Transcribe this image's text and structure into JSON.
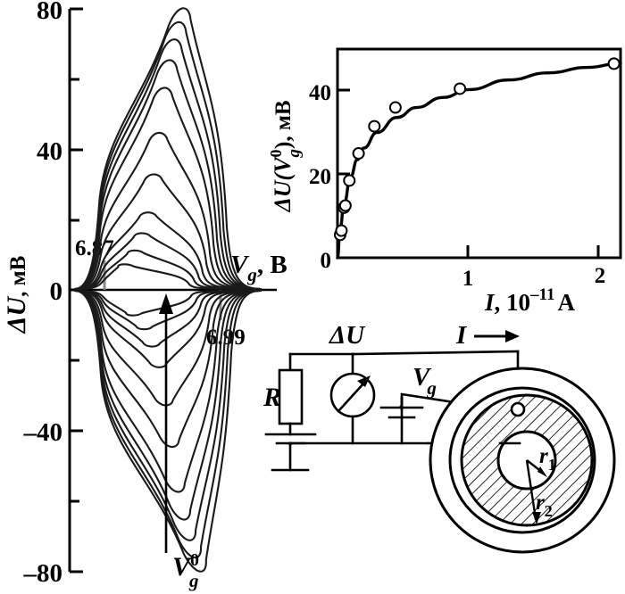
{
  "figure": {
    "title": "",
    "main_axis": {
      "ylabel_delta": "Δ",
      "ylabel_u": "U",
      "ylabel_units": ", мВ",
      "ylabel_full": "ΔU, мВ",
      "xlabel_v": "V",
      "xlabel_sub": "g",
      "xlabel_units": ", В",
      "xlabel_full": "Vg, В",
      "y_ticks": [
        "80",
        "40",
        "0",
        "–40",
        "–80"
      ],
      "y_minor_ticks": [
        "60",
        "20",
        "–20",
        "–60"
      ],
      "ylim": [
        -80,
        80
      ],
      "marker_left": "6.87",
      "marker_right": "6.99",
      "arrow_label_v": "V",
      "arrow_label_sub": "g",
      "arrow_label_sup": "0",
      "arrow_label_full": "Vg0"
    },
    "inset_axis": {
      "ylabel_full": "ΔU(Vg0), мВ",
      "ylabel_p1": "ΔU(V",
      "ylabel_sub": "g",
      "ylabel_sup": "0",
      "ylabel_p2": "), мВ",
      "xlabel_i": "I",
      "xlabel_rest": ", 10",
      "xlabel_exp": "–11",
      "xlabel_unit": "А",
      "xlabel_full": "I, 10–11 А",
      "y_ticks": [
        "0",
        "20",
        "40"
      ],
      "x_ticks": [
        "1",
        "2"
      ]
    },
    "circuit": {
      "resistor_label": "R",
      "voltmeter_label": "ΔU",
      "gate_label_v": "V",
      "gate_label_sub": "g",
      "gate_label_full": "Vg",
      "current_label": "I",
      "radius_inner_label": "r",
      "radius_inner_sub": "1",
      "radius_inner_full": "r1",
      "radius_outer_label": "r",
      "radius_outer_sub": "2",
      "radius_outer_full": "r2"
    }
  },
  "chart_data": [
    {
      "type": "line",
      "id": "main-curves",
      "title": "",
      "xlabel": "Vg, В",
      "ylabel": "ΔU, мВ",
      "ylim": [
        -80,
        80
      ],
      "xlim": [
        6.82,
        7.03
      ],
      "grid": false,
      "legend": "none",
      "annotations": [
        "6.87",
        "6.99",
        "Vg0"
      ],
      "description": "Family of 11 antisymmetric derivative-like traces of ΔU versus gate voltage Vg; amplitude grows monotonically from trace 1 to trace 11.",
      "series": [
        {
          "name": "trace-1",
          "peak_positive": 7,
          "peak_negative": -7
        },
        {
          "name": "trace-2",
          "peak_positive": 11,
          "peak_negative": -11
        },
        {
          "name": "trace-3",
          "peak_positive": 16,
          "peak_negative": -16
        },
        {
          "name": "trace-4",
          "peak_positive": 22,
          "peak_negative": -22
        },
        {
          "name": "trace-5",
          "peak_positive": 33,
          "peak_negative": -33
        },
        {
          "name": "trace-6",
          "peak_positive": 45,
          "peak_negative": -45
        },
        {
          "name": "trace-7",
          "peak_positive": 58,
          "peak_negative": -58
        },
        {
          "name": "trace-8",
          "peak_positive": 66,
          "peak_negative": -66
        },
        {
          "name": "trace-9",
          "peak_positive": 72,
          "peak_negative": -72
        },
        {
          "name": "trace-10",
          "peak_positive": 77,
          "peak_negative": -77
        },
        {
          "name": "trace-11",
          "peak_positive": 81,
          "peak_negative": -81
        }
      ]
    },
    {
      "type": "scatter",
      "id": "inset-saturation",
      "title": "",
      "xlabel": "I, 10–11 А",
      "ylabel": "ΔU(Vg0), мВ",
      "xlim": [
        0,
        2.15
      ],
      "ylim": [
        0,
        50
      ],
      "grid": false,
      "legend": "none",
      "x": [
        0.02,
        0.03,
        0.05,
        0.06,
        0.09,
        0.16,
        0.28,
        0.44,
        0.93,
        2.1
      ],
      "y": [
        5.5,
        6.5,
        12.0,
        12.5,
        18.5,
        25.0,
        31.5,
        36.0,
        40.5,
        46.5
      ],
      "fit_curve": {
        "name": "saturating fit",
        "x": [
          0.0,
          0.02,
          0.05,
          0.1,
          0.15,
          0.2,
          0.3,
          0.45,
          0.6,
          0.8,
          1.0,
          1.3,
          1.6,
          1.9,
          2.15
        ],
        "y": [
          0.0,
          7.0,
          13.0,
          19.5,
          23.5,
          26.3,
          30.0,
          33.6,
          36.0,
          38.4,
          40.3,
          42.6,
          44.3,
          45.6,
          46.6
        ]
      }
    }
  ]
}
